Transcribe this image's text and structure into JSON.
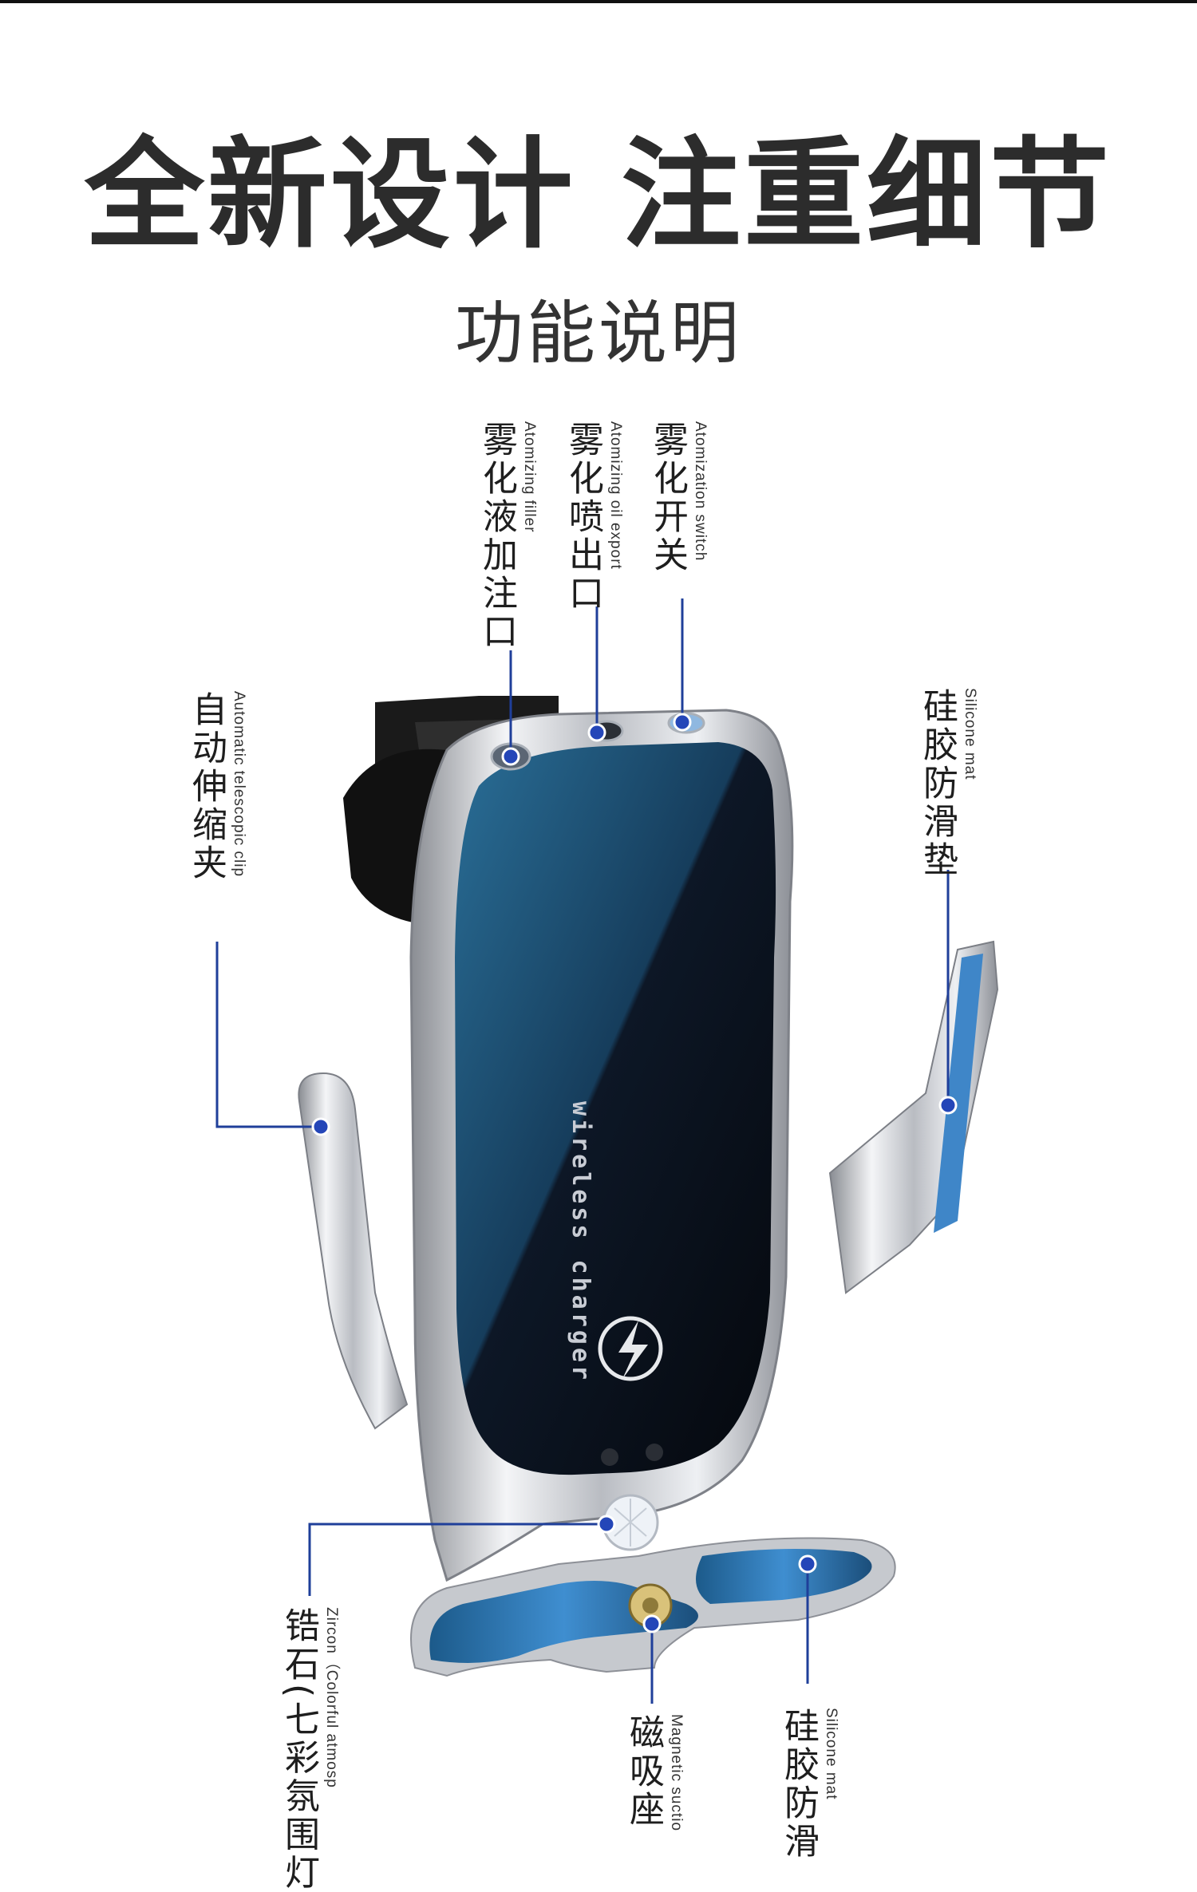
{
  "header": {
    "title": "全新设计 注重细节",
    "subtitle": "功能说明"
  },
  "brand_text": "wireless charger",
  "callouts": [
    {
      "id": "atomizing-filler",
      "cn": "雾化液加注口",
      "en": "Atomizing filler"
    },
    {
      "id": "atomizing-oil-export",
      "cn": "雾化喷出口",
      "en": "Atomizing oil export"
    },
    {
      "id": "atomization-switch",
      "cn": "雾化开关",
      "en": "Atomization switch"
    },
    {
      "id": "telescopic-clip",
      "cn": "自动伸缩夹",
      "en": "Automatic telescopic clip"
    },
    {
      "id": "silicone-mat-right",
      "cn": "硅胶防滑垫",
      "en": "Silicone mat"
    },
    {
      "id": "zircon",
      "cn": "锆石(七彩氛围灯",
      "en": "Zircon（Colorful atmosp"
    },
    {
      "id": "magnetic-suction",
      "cn": "磁吸座",
      "en": "Magnetic suctio"
    },
    {
      "id": "silicone-mat-bottom",
      "cn": "硅胶防滑",
      "en": "Silicone mat"
    }
  ],
  "colors": {
    "accent": "#1f3f9a",
    "dot": "#2446b8",
    "panel_blue": "#1d5f86",
    "panel_dark": "#0e1520",
    "silver": "#c9ccd1"
  }
}
